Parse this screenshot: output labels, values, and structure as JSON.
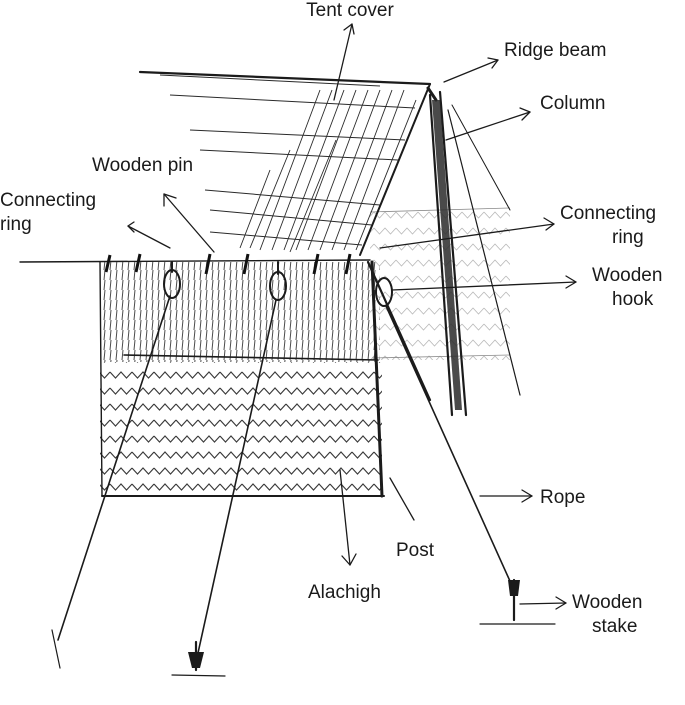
{
  "labels": {
    "tent_cover": "Tent cover",
    "ridge_beam": "Ridge beam",
    "column": "Column",
    "wooden_pin": "Wooden pin",
    "connecting_ring_left_1": "Connecting",
    "connecting_ring_left_2": "ring",
    "connecting_ring_right_1": "Connecting",
    "connecting_ring_right_2": "ring",
    "wooden_hook_1": "Wooden",
    "wooden_hook_2": "hook",
    "rope": "Rope",
    "post": "Post",
    "alachigh": "Alachigh",
    "wooden_stake_1": "Wooden",
    "wooden_stake_2": "stake"
  },
  "colors": {
    "ink": "#1b1b1b",
    "background": "#ffffff"
  }
}
